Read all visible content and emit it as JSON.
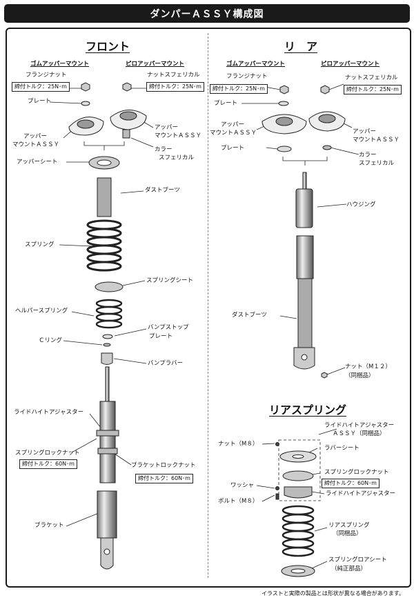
{
  "title": "ダンパーＡＳＳＹ構成図",
  "front": {
    "heading": "フロント",
    "sub_rubber": "ゴムアッパーマウント",
    "sub_pillow": "ピロアッパーマウント",
    "flange_nut": "フランジナット",
    "torque_25_a": "締付トルク：25N･m",
    "nut_spherical": "ナットスフェリカル",
    "torque_25_b": "締付トルク：25N･m",
    "plate": "プレート",
    "upper_mount_1": "アッパー",
    "upper_mount_2": "マウントＡＳＳＹ",
    "upper_mount_r1": "アッパー",
    "upper_mount_r2": "マウントＡＳＳＹ",
    "collar_1": "カラー",
    "collar_2": "スフェリカル",
    "upper_sheet": "アッパーシート",
    "dust_boots": "ダストブーツ",
    "spring": "スプリング",
    "spring_sheet": "スプリングシート",
    "helper_spring": "ヘルパースプリング",
    "bump_plate_1": "バンプストップ",
    "bump_plate_2": "プレート",
    "c_ring": "Ｃリング",
    "bump_rubber": "バンプラバー",
    "ride_height": "ライドハイトアジャスター",
    "spring_lock_nut": "スプリングロックナット",
    "torque_60_a": "締付トルク：60N･m",
    "bracket_lock_nut": "ブラケットロックナット",
    "torque_60_b": "締付トルク：60N･m",
    "bracket": "ブラケット"
  },
  "rear": {
    "heading": "リ　ア",
    "sub_rubber": "ゴムアッパーマウント",
    "sub_pillow": "ピロアッパーマウント",
    "flange_nut": "フランジナット",
    "torque_25_a": "締付トルク：25N･m",
    "nut_spherical": "ナットスフェリカル",
    "torque_25_b": "締付トルク：25N･m",
    "plate_top": "プレート",
    "upper_mount_1": "アッパー",
    "upper_mount_2": "マウントＡＳＳＹ",
    "upper_mount_r1": "アッパー",
    "upper_mount_r2": "マウントＡＳＳＹ",
    "plate_bottom": "プレート",
    "collar_1": "カラー",
    "collar_2": "スフェリカル",
    "housing": "ハウジング",
    "dust_boots": "ダストブーツ",
    "nut_m12": "ナット（M１２）",
    "bundled": "（同梱品）"
  },
  "rear_spring": {
    "heading": "リアスプリング",
    "ride_assy_1": "ライドハイトアジャスター",
    "ride_assy_2": "ＡＳＳＹ（同梱品）",
    "nut_m8": "ナット（M８）",
    "rubber_sheet": "ラバーシート",
    "spring_lock_nut": "スプリングロックナット",
    "torque_60": "締付トルク：60N･m",
    "washer": "ワッシャ",
    "bolt_m8": "ボルト（M８）",
    "ride_height": "ライドハイトアジャスター",
    "rear_spring_1": "リアスプリング",
    "rear_spring_2": "（同梱品）",
    "lower_sheet_1": "スプリングロアシート",
    "lower_sheet_2": "（純正部品）"
  },
  "footnote": "イラストと実際の製品とは形状が異なる場合があります。"
}
